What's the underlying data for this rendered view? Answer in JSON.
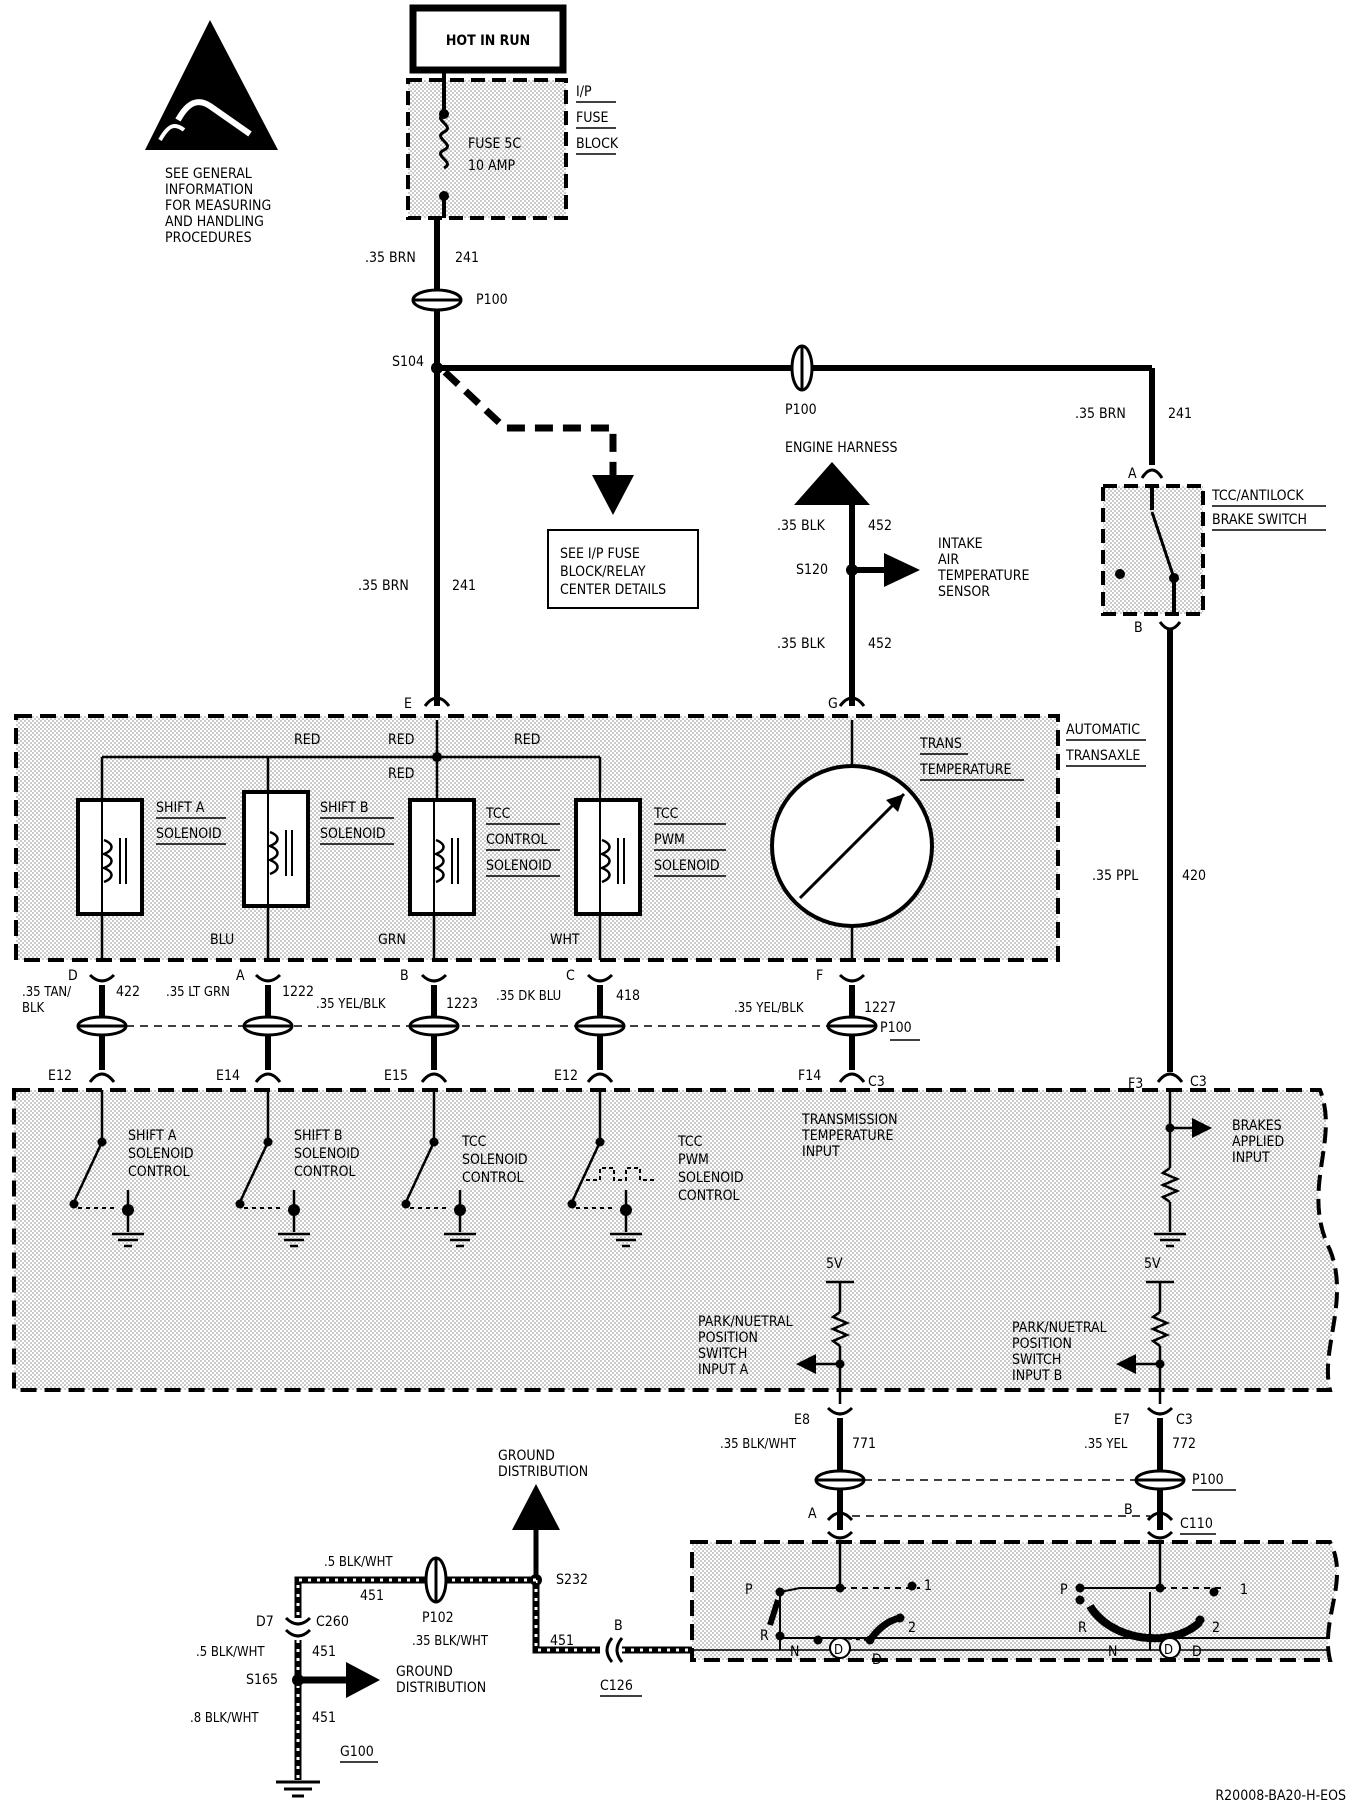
{
  "warning": {
    "lines": [
      "SEE GENERAL",
      "INFORMATION",
      "FOR MEASURING",
      "AND HANDLING",
      "PROCEDURES"
    ]
  },
  "power": {
    "hot_label": "HOT IN RUN",
    "fuse_block_label": [
      "I/P",
      "FUSE",
      "BLOCK"
    ],
    "fuse_name": "FUSE 5C",
    "fuse_rating": "10 AMP"
  },
  "connectors": {
    "p100": "P100",
    "p102": "P102",
    "c3": "C3",
    "c110": "C110",
    "c126": "C126",
    "c260": "C260",
    "g100": "G100"
  },
  "splices": {
    "s104": "S104",
    "s120": "S120",
    "s232": "S232",
    "s165": "S165"
  },
  "wires": {
    "brn": ".35 BRN",
    "brn_circuit": "241",
    "blk": ".35 BLK",
    "blk_circuit": "452",
    "ppl": ".35 PPL",
    "ppl_circuit": "420",
    "tan_a": ".35 TAN/",
    "tan_b": "BLK",
    "tan_circuit": "422",
    "ltgrn": ".35 LT GRN",
    "ltgrn_circuit": "1222",
    "yelblk": ".35 YEL/BLK",
    "yelblk_circuit": "1223",
    "dkblu": ".35 DK BLU",
    "dkblu_circuit": "418",
    "yelblk2_circuit": "1227",
    "blkwht": ".35 BLK/WHT",
    "blkwht_circuit": "771",
    "yel": ".35 YEL",
    "yel_circuit": "772",
    "gnd_blkwht_5": ".5 BLK/WHT",
    "gnd_blkwht_8": ".8 BLK/WHT",
    "gnd_circuit": "451",
    "red": "RED",
    "blu": "BLU",
    "grn": "GRN",
    "wht": "WHT"
  },
  "pins": {
    "A": "A",
    "B": "B",
    "C": "C",
    "D": "D",
    "E": "E",
    "F": "F",
    "G": "G",
    "E12": "E12",
    "E14": "E14",
    "E15": "E15",
    "F14": "F14",
    "F3": "F3",
    "E8": "E8",
    "E7": "E7",
    "D7": "D7"
  },
  "labels": {
    "fuse_details": [
      "SEE I/P FUSE",
      "BLOCK/RELAY",
      "CENTER DETAILS"
    ],
    "engine_harness": "ENGINE HARNESS",
    "iat_sensor": [
      "INTAKE",
      "AIR",
      "TEMPERATURE",
      "SENSOR"
    ],
    "brake_switch": [
      "TCC/ANTILOCK",
      "BRAKE SWITCH"
    ],
    "transaxle": [
      "AUTOMATIC",
      "TRANSAXLE"
    ],
    "trans_temp": [
      "TRANS",
      "TEMPERATURE"
    ],
    "shift_a": [
      "SHIFT A",
      "SOLENOID"
    ],
    "shift_b": [
      "SHIFT B",
      "SOLENOID"
    ],
    "tcc_control": [
      "TCC",
      "CONTROL",
      "SOLENOID"
    ],
    "tcc_pwm": [
      "TCC",
      "PWM",
      "SOLENOID"
    ],
    "pcm_shift_a": [
      "SHIFT A",
      "SOLENOID",
      "CONTROL"
    ],
    "pcm_shift_b": [
      "SHIFT B",
      "SOLENOID",
      "CONTROL"
    ],
    "pcm_tcc": [
      "TCC",
      "SOLENOID",
      "CONTROL"
    ],
    "pcm_tcc_pwm": [
      "TCC",
      "PWM",
      "SOLENOID",
      "CONTROL"
    ],
    "trans_temp_input": [
      "TRANSMISSION",
      "TEMPERATURE",
      "INPUT"
    ],
    "brakes_applied": [
      "BRAKES",
      "APPLIED",
      "INPUT"
    ],
    "five_v": "5V",
    "pn_input_a": [
      "PARK/NUETRAL",
      "POSITION",
      "SWITCH",
      "INPUT A"
    ],
    "pn_input_b": [
      "PARK/NUETRAL",
      "POSITION",
      "SWITCH",
      "INPUT B"
    ],
    "ground_distribution": [
      "GROUND",
      "DISTRIBUTION"
    ],
    "gears": [
      "P",
      "R",
      "N",
      "D",
      "1",
      "2"
    ],
    "overdrive": "D",
    "doc_id": "R20008-BA20-H-EOS"
  }
}
